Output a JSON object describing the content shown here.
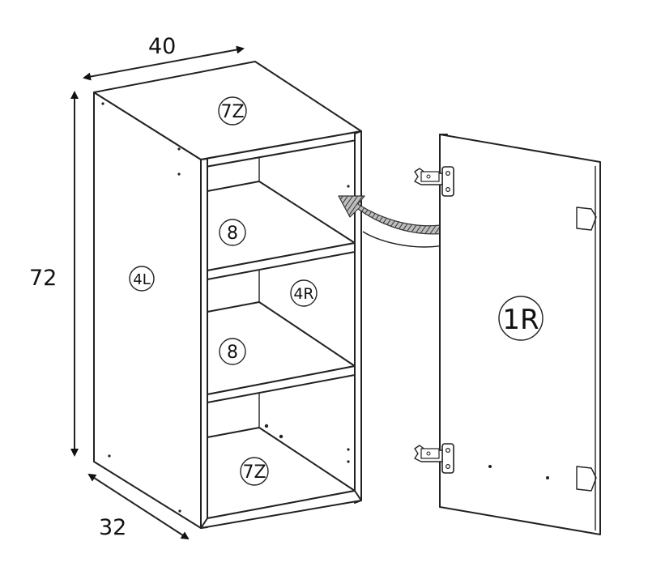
{
  "dimensions": {
    "width": "40",
    "height": "72",
    "depth": "32"
  },
  "parts": {
    "top_panel": "7Z",
    "bottom_panel": "7Z",
    "left_side": "4L",
    "right_side": "4R",
    "shelf_upper": "8",
    "shelf_lower": "8",
    "door": "1R"
  }
}
